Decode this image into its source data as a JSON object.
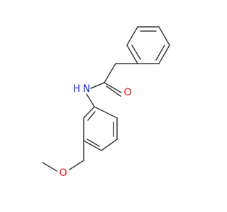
{
  "molecule": {
    "atoms": {
      "nitrogen": {
        "label": "N",
        "color": "#1f1fff"
      },
      "hydrogen": {
        "label": "H",
        "color": "#1f1fff"
      },
      "carbonyl_oxygen": {
        "label": "O",
        "color": "#ff0d0d"
      },
      "ether_oxygen": {
        "label": "O",
        "color": "#ff0d0d"
      }
    },
    "bond_color": "#3a3a3a",
    "background": "#ffffff"
  }
}
